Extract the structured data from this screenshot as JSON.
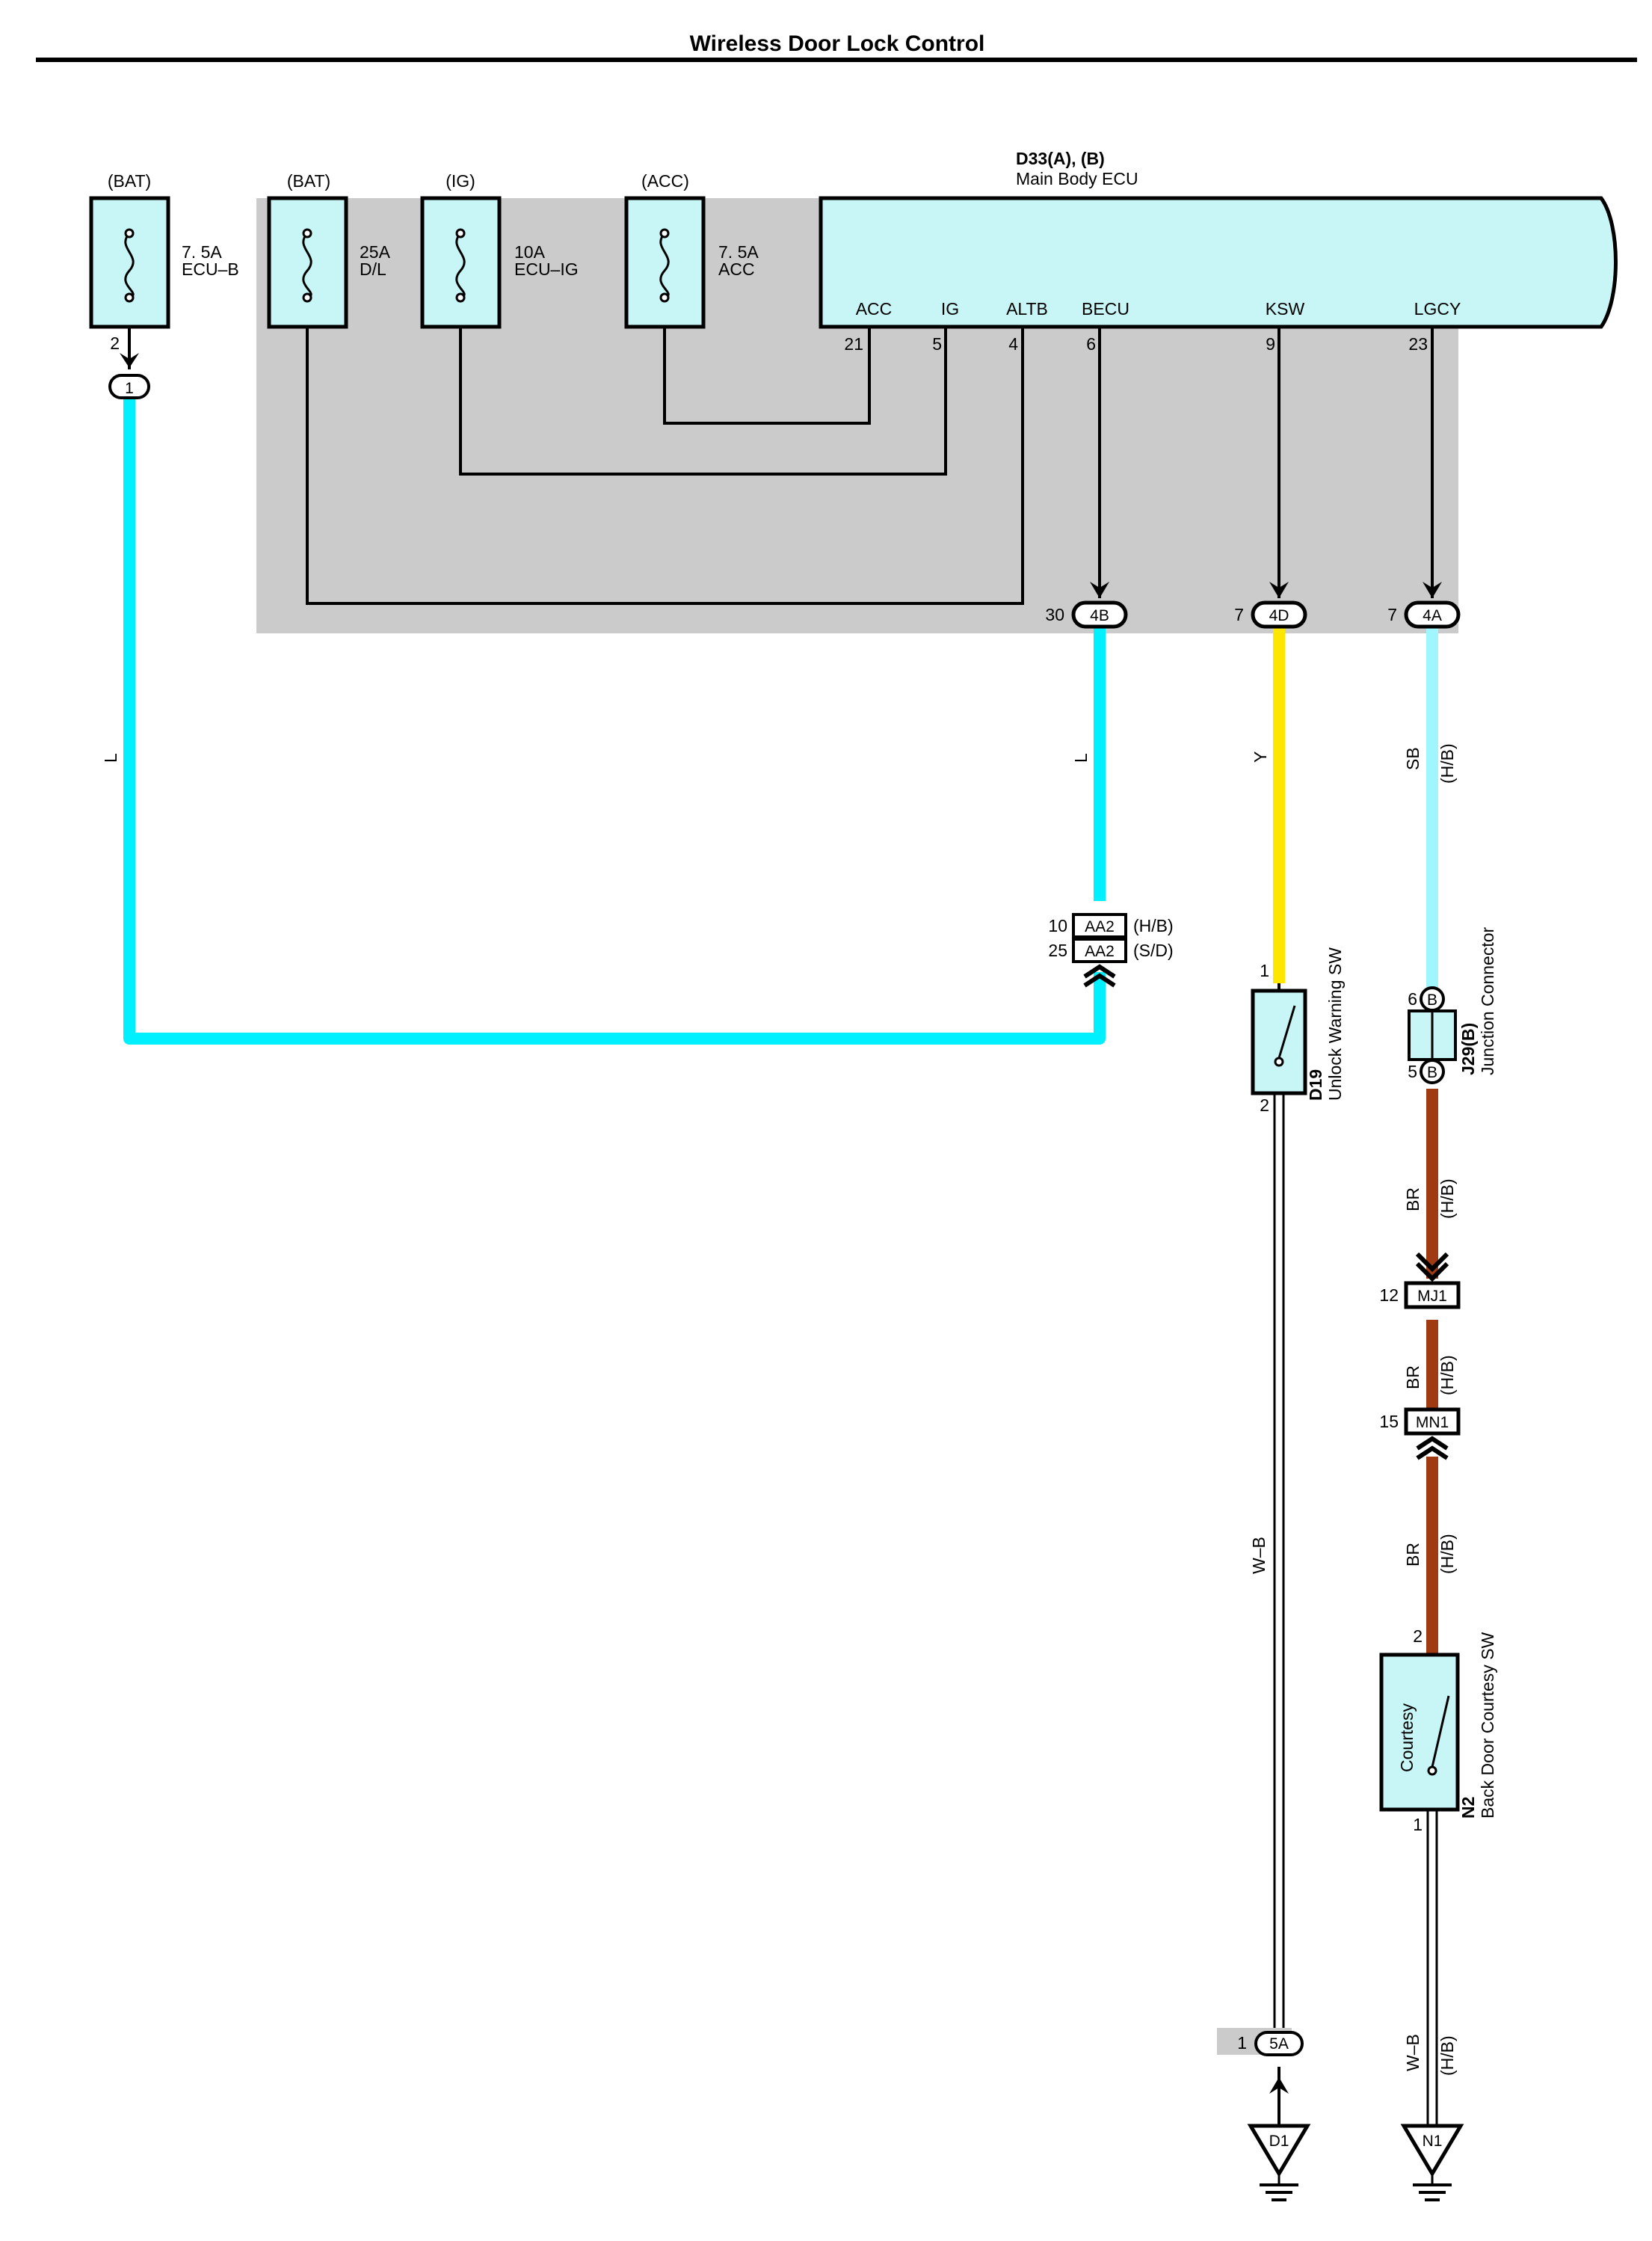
{
  "title": "Wireless Door Lock Control",
  "colors": {
    "wire_L": "#00f0ff",
    "wire_Y": "#ffe600",
    "wire_SB": "#9ff6ff",
    "wire_BR": "#a03a12",
    "shade": "#cbcbcb",
    "ecu_fill": "#c8f5f5"
  },
  "fuses": [
    {
      "source": "(BAT)",
      "rating": "7. 5A",
      "name": "ECU–B",
      "pin": "2"
    },
    {
      "source": "(BAT)",
      "rating": "25A",
      "name": "D/L"
    },
    {
      "source": "(IG)",
      "rating": "10A",
      "name": "ECU–IG"
    },
    {
      "source": "(ACC)",
      "rating": "7. 5A",
      "name": "ACC"
    }
  ],
  "fuse_connector": "1",
  "ecu": {
    "code": "D33(A), (B)",
    "name": "Main Body ECU",
    "terminals": [
      {
        "label": "ACC",
        "pin": "21"
      },
      {
        "label": "IG",
        "pin": "5"
      },
      {
        "label": "ALTB",
        "pin": "4"
      },
      {
        "label": "BECU",
        "pin": "6"
      },
      {
        "label": "KSW",
        "pin": "9"
      },
      {
        "label": "LGCY",
        "pin": "23"
      }
    ]
  },
  "connectors": {
    "c4b": {
      "pin": "30",
      "id": "4B"
    },
    "c4d": {
      "pin": "7",
      "id": "4D"
    },
    "c4a": {
      "pin": "7",
      "id": "4A"
    },
    "aa2_top": {
      "pin": "10",
      "id": "AA2",
      "note": "(H/B)"
    },
    "aa2_bottom": {
      "pin": "25",
      "id": "AA2",
      "note": "(S/D)"
    },
    "mj1": {
      "pin": "12",
      "id": "MJ1"
    },
    "mn1": {
      "pin": "15",
      "id": "MN1"
    },
    "c5a": {
      "pin": "1",
      "id": "5A"
    },
    "jb_top": {
      "pin": "6",
      "id": "B"
    },
    "jb_bottom": {
      "pin": "5",
      "id": "B"
    }
  },
  "wire_labels": {
    "left_l": "L",
    "becu_l": "L",
    "ksw_y": "Y",
    "lgcy_sb": "SB",
    "lgcy_hb": "(H/B)",
    "br1": "BR",
    "br1_hb": "(H/B)",
    "br2": "BR",
    "br2_hb": "(H/B)",
    "br3": "BR",
    "br3_hb": "(H/B)",
    "wb_left": "W–B",
    "wb_right": "W–B",
    "wb_right_hb": "(H/B)"
  },
  "d19": {
    "code": "D19",
    "name": "Unlock Warning SW",
    "pin_top": "1",
    "pin_bottom": "2"
  },
  "j29": {
    "code": "J29(B)",
    "name": "Junction Connector"
  },
  "n2": {
    "code": "N2",
    "name": "Back Door Courtesy SW",
    "inner": "Courtesy",
    "pin_top": "2",
    "pin_bottom": "1"
  },
  "grounds": {
    "d1": "D1",
    "n1": "N1"
  }
}
